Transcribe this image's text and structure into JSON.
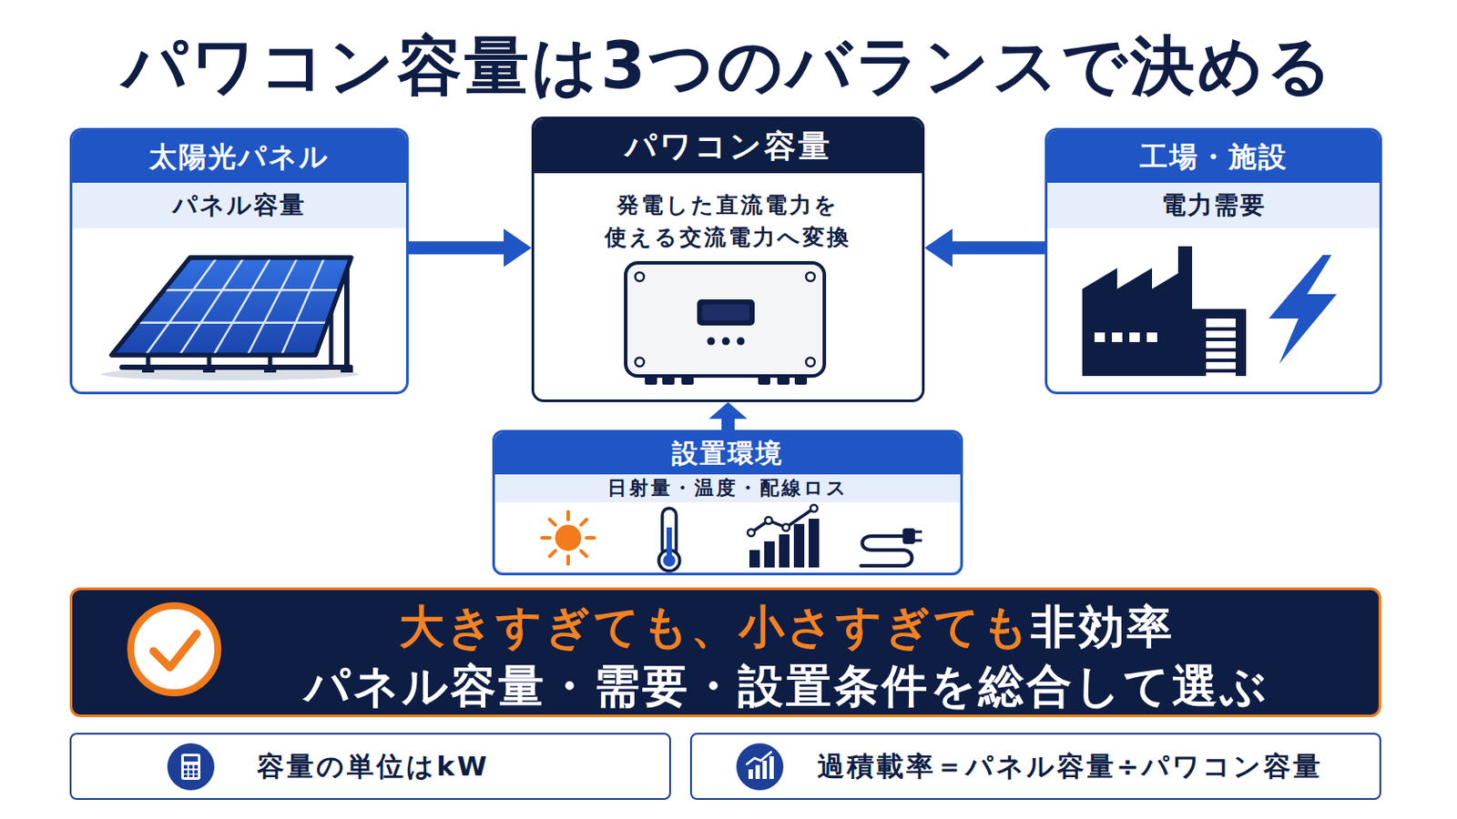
{
  "diagram": {
    "title": "パワコン容量は3つのバランスで決める",
    "nodes": [
      {
        "text": [
          "太陽光パネル",
          "パネル容量"
        ]
      },
      {
        "text": [
          "パワコン容量",
          "発電した直流電力を 使える交流電力へ変換"
        ]
      },
      {
        "text": [
          "工場・施設",
          "電力需要"
        ]
      },
      {
        "text": [
          "設置環境",
          "日射量・温度・配線ロス"
        ]
      },
      {
        "text": [
          "大きすぎても、小さすぎても",
          "非効率",
          "パネル容量・需要・設置条件を総合して選ぶ"
        ]
      },
      {
        "text": [
          "容量の単位はkW"
        ]
      },
      {
        "text": [
          "過積載率＝パネル容量÷パワコン容量"
        ]
      }
    ],
    "edges": [
      {
        "from": 0,
        "to": 1,
        "arrow": "to"
      },
      {
        "from": 2,
        "to": 1,
        "arrow": "to"
      },
      {
        "from": 3,
        "to": 1,
        "arrow": "to"
      }
    ]
  }
}
